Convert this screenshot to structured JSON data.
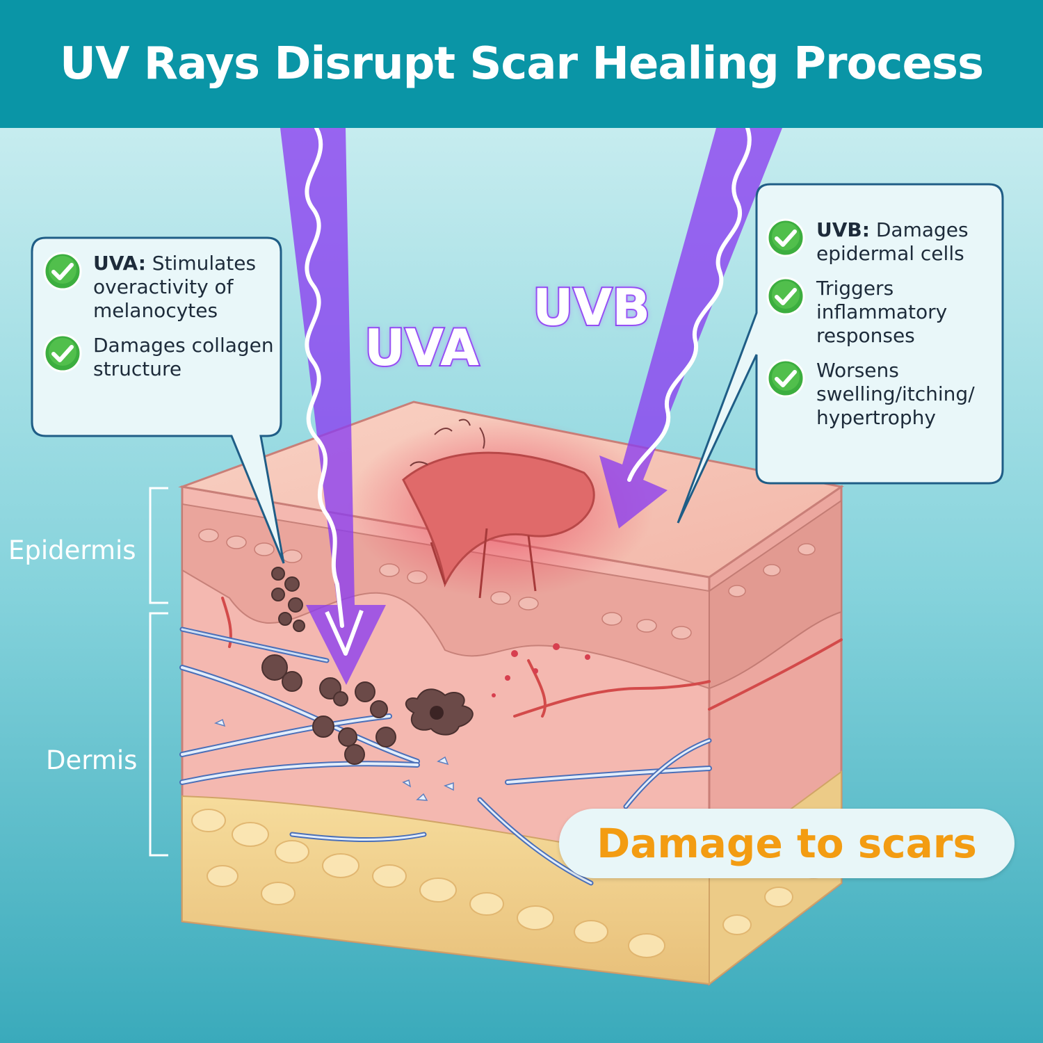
{
  "title": "UV Rays Disrupt Scar Healing Process",
  "layers": {
    "epidermis": "Epidermis",
    "dermis": "Dermis"
  },
  "rays": {
    "uva": "UVA",
    "uvb": "UVB"
  },
  "callouts": {
    "uva": [
      {
        "bold": "UVA:",
        "text": " Stimulates overactivity of melanocytes"
      },
      {
        "bold": "",
        "text": "Damages collagen structure"
      }
    ],
    "uvb": [
      {
        "bold": "UVB:",
        "text": " Damages epidermal cells"
      },
      {
        "bold": "",
        "text": "Triggers inflammatory responses"
      },
      {
        "bold": "",
        "text": "Worsens swelling/itching/ hypertrophy"
      }
    ]
  },
  "damage_label": "Damage to scars",
  "colors": {
    "header": "#0a95a6",
    "uv_ray": "#8a3df0",
    "check": "#3cae3f",
    "damage_text": "#f39c12",
    "skin": "#f4b8b0"
  },
  "icons": [
    "check-circle-icon",
    "ray-arrow-icon"
  ]
}
